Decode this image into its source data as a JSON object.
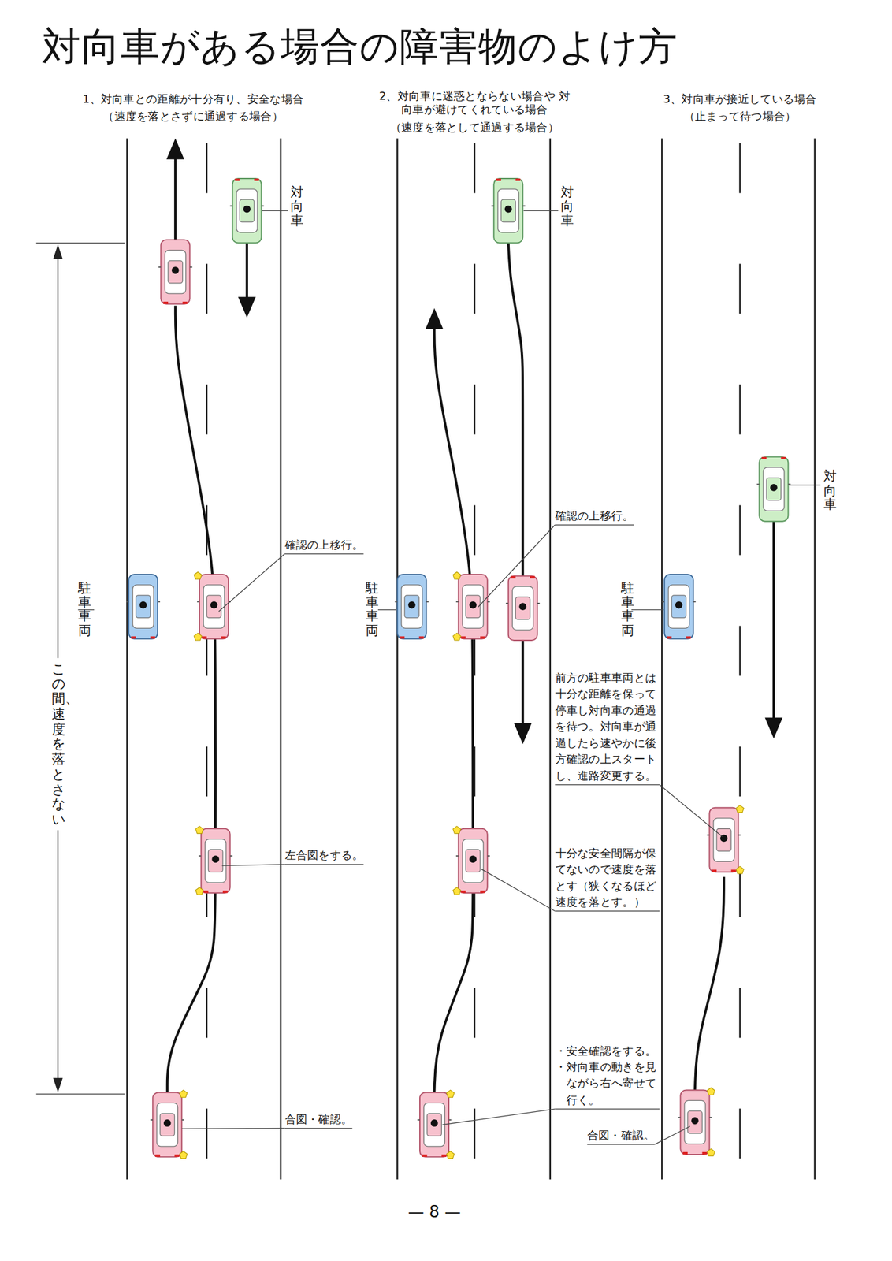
{
  "diagram": {
    "title": "対向車がある場合の障害物のよけ方",
    "labels": [
      "1、対向車との距離が十分有り、安全な場合",
      "（速度を落とさずに通過する場合）",
      "2、対向車に迷惑とならない場合や 対向車が避けてくれている場合",
      "（速度を落として通過する場合）",
      "3、対向車が接近している場合",
      "（止まって待つ場合）",
      "対向車",
      "駐車車両",
      "この間、速度を落とさない",
      "確認の上移行。",
      "左合図をする。",
      "合図・確認。",
      "対向車",
      "駐車車両",
      "確認の上移行。",
      "十分な安全間隔が保てないので速度を落とす（狭くなるほど速度を落とす。）",
      "・安全確認をする。",
      "・対向車の動きを見ながら右へ寄せて行く。",
      "対向車",
      "駐車車両",
      "前方の駐車車両とは十分な距離を保って停車し対向車の通過を待つ。対向車が通過したら速やかに後方確認の上スタートし、進路変更する。",
      "合図・確認。",
      "— 8 —"
    ]
  }
}
